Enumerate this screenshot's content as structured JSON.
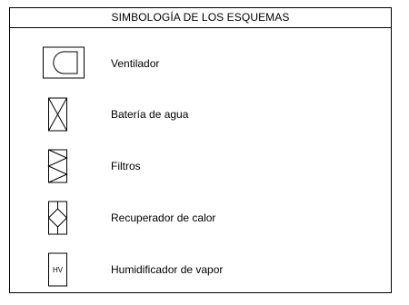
{
  "legend": {
    "title": "SIMBOLOGÍA DE LOS ESQUEMAS",
    "items": [
      {
        "icon": "fan-icon",
        "label": "Ventilador"
      },
      {
        "icon": "water-coil-icon",
        "label": "Batería de agua"
      },
      {
        "icon": "filter-icon",
        "label": "Filtros"
      },
      {
        "icon": "heat-recovery-icon",
        "label": "Recuperador de calor"
      },
      {
        "icon": "steam-humidifier-icon",
        "label": "Humidificador de vapor",
        "icon_text": "HV"
      }
    ]
  }
}
